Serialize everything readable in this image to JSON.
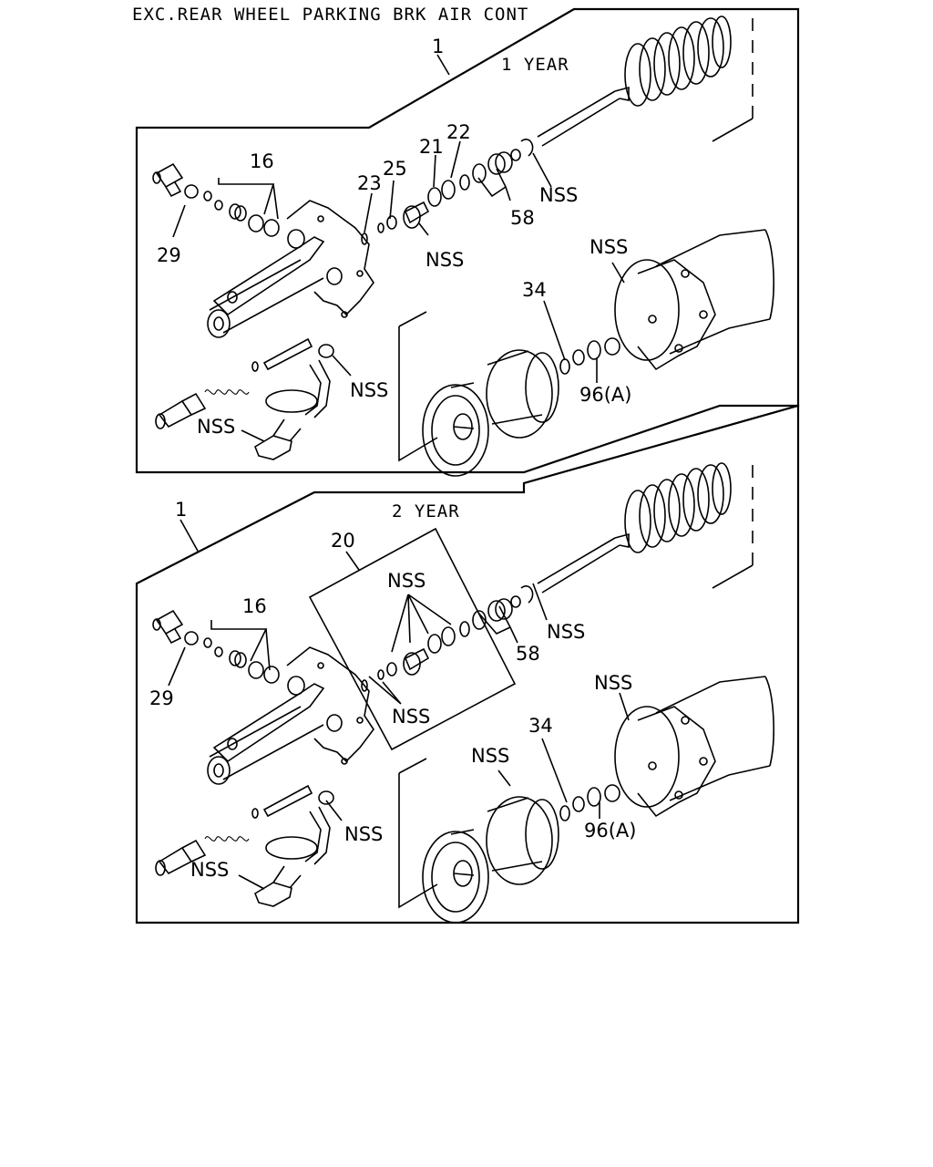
{
  "title": "EXC.REAR WHEEL PARKING BRK AIR CONT",
  "panels": [
    {
      "year_label": "1 YEAR",
      "labels": {
        "p1": "1",
        "p16": "16",
        "p29": "29",
        "p23": "23",
        "p25": "25",
        "p21": "21",
        "p22": "22",
        "nss_top": "NSS",
        "nss_piston": "NSS",
        "p58": "58",
        "p34": "34",
        "nss_ring": "NSS",
        "nss_washer": "NSS",
        "nss_clamp": "NSS",
        "p96": "96(A)"
      }
    },
    {
      "year_label": "2 YEAR",
      "labels": {
        "p1": "1",
        "p20": "20",
        "p16": "16",
        "p29": "29",
        "nss_kit_top": "NSS",
        "nss_kit_bottom": "NSS",
        "nss_top": "NSS",
        "p58": "58",
        "p34": "34",
        "nss_seal": "NSS",
        "nss_ring": "NSS",
        "nss_washer": "NSS",
        "nss_clamp": "NSS",
        "p96": "96(A)"
      }
    }
  ]
}
